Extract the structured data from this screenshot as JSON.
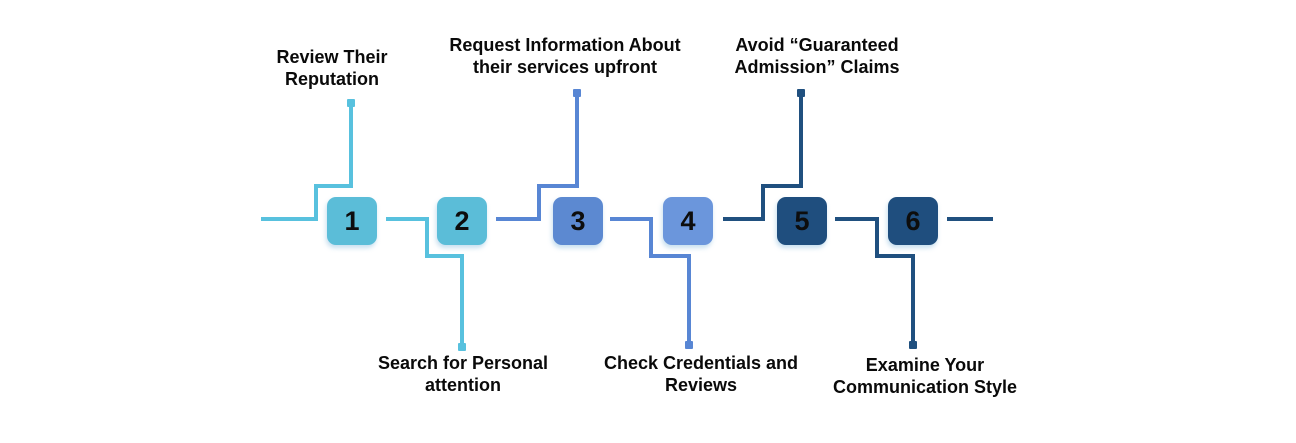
{
  "diagram": {
    "type": "horizontal-process-timeline",
    "step_count": 6,
    "steps": [
      {
        "number": "1",
        "label": "Review Their Reputation",
        "label_position": "above",
        "color": "#5BBDD8"
      },
      {
        "number": "2",
        "label": "Search for Personal attention",
        "label_position": "below",
        "color": "#5BBDD8"
      },
      {
        "number": "3",
        "label": "Request Information About their services upfront",
        "label_position": "above",
        "color": "#5C89D1"
      },
      {
        "number": "4",
        "label": "Check Credentials and Reviews",
        "label_position": "below",
        "color": "#6B96DC"
      },
      {
        "number": "5",
        "label": "Avoid “Guaranteed Admission” Claims",
        "label_position": "above",
        "color": "#1F4E7E"
      },
      {
        "number": "6",
        "label": "Examine Your Communication Style",
        "label_position": "below",
        "color": "#1F4E7E"
      }
    ],
    "colors": {
      "teal_line": "#58C1DE",
      "teal_box": "#5BBDD8",
      "blue_line": "#5886D4",
      "blue_box": "#5C89D1",
      "light_blue_box": "#6B96DC",
      "navy": "#1F4E7E",
      "text": "#0A0A0A",
      "background": "#FFFFFF"
    }
  }
}
